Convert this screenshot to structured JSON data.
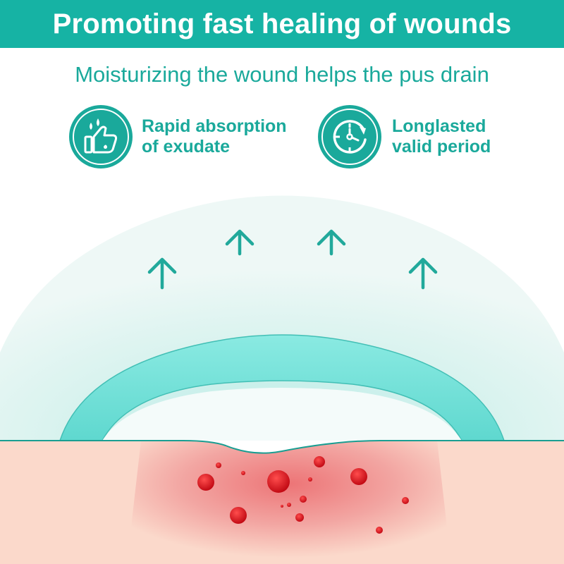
{
  "header": {
    "title": "Promoting fast healing of wounds"
  },
  "subtitle": "Moisturizing the wound helps the pus drain",
  "features": [
    {
      "icon": "thumbs-up-drops-icon",
      "line1": "Rapid absorption",
      "line2": "of exudate"
    },
    {
      "icon": "clock-refresh-icon",
      "line1": "Longlasted",
      "line2": "valid period"
    }
  ],
  "colors": {
    "brand": "#16b3a4",
    "text_accent": "#1aa99b",
    "dressing": "#7fe3dd",
    "skin": "#fbd9cb",
    "wound": "#ef8f8f",
    "blood": "#e8111d"
  }
}
